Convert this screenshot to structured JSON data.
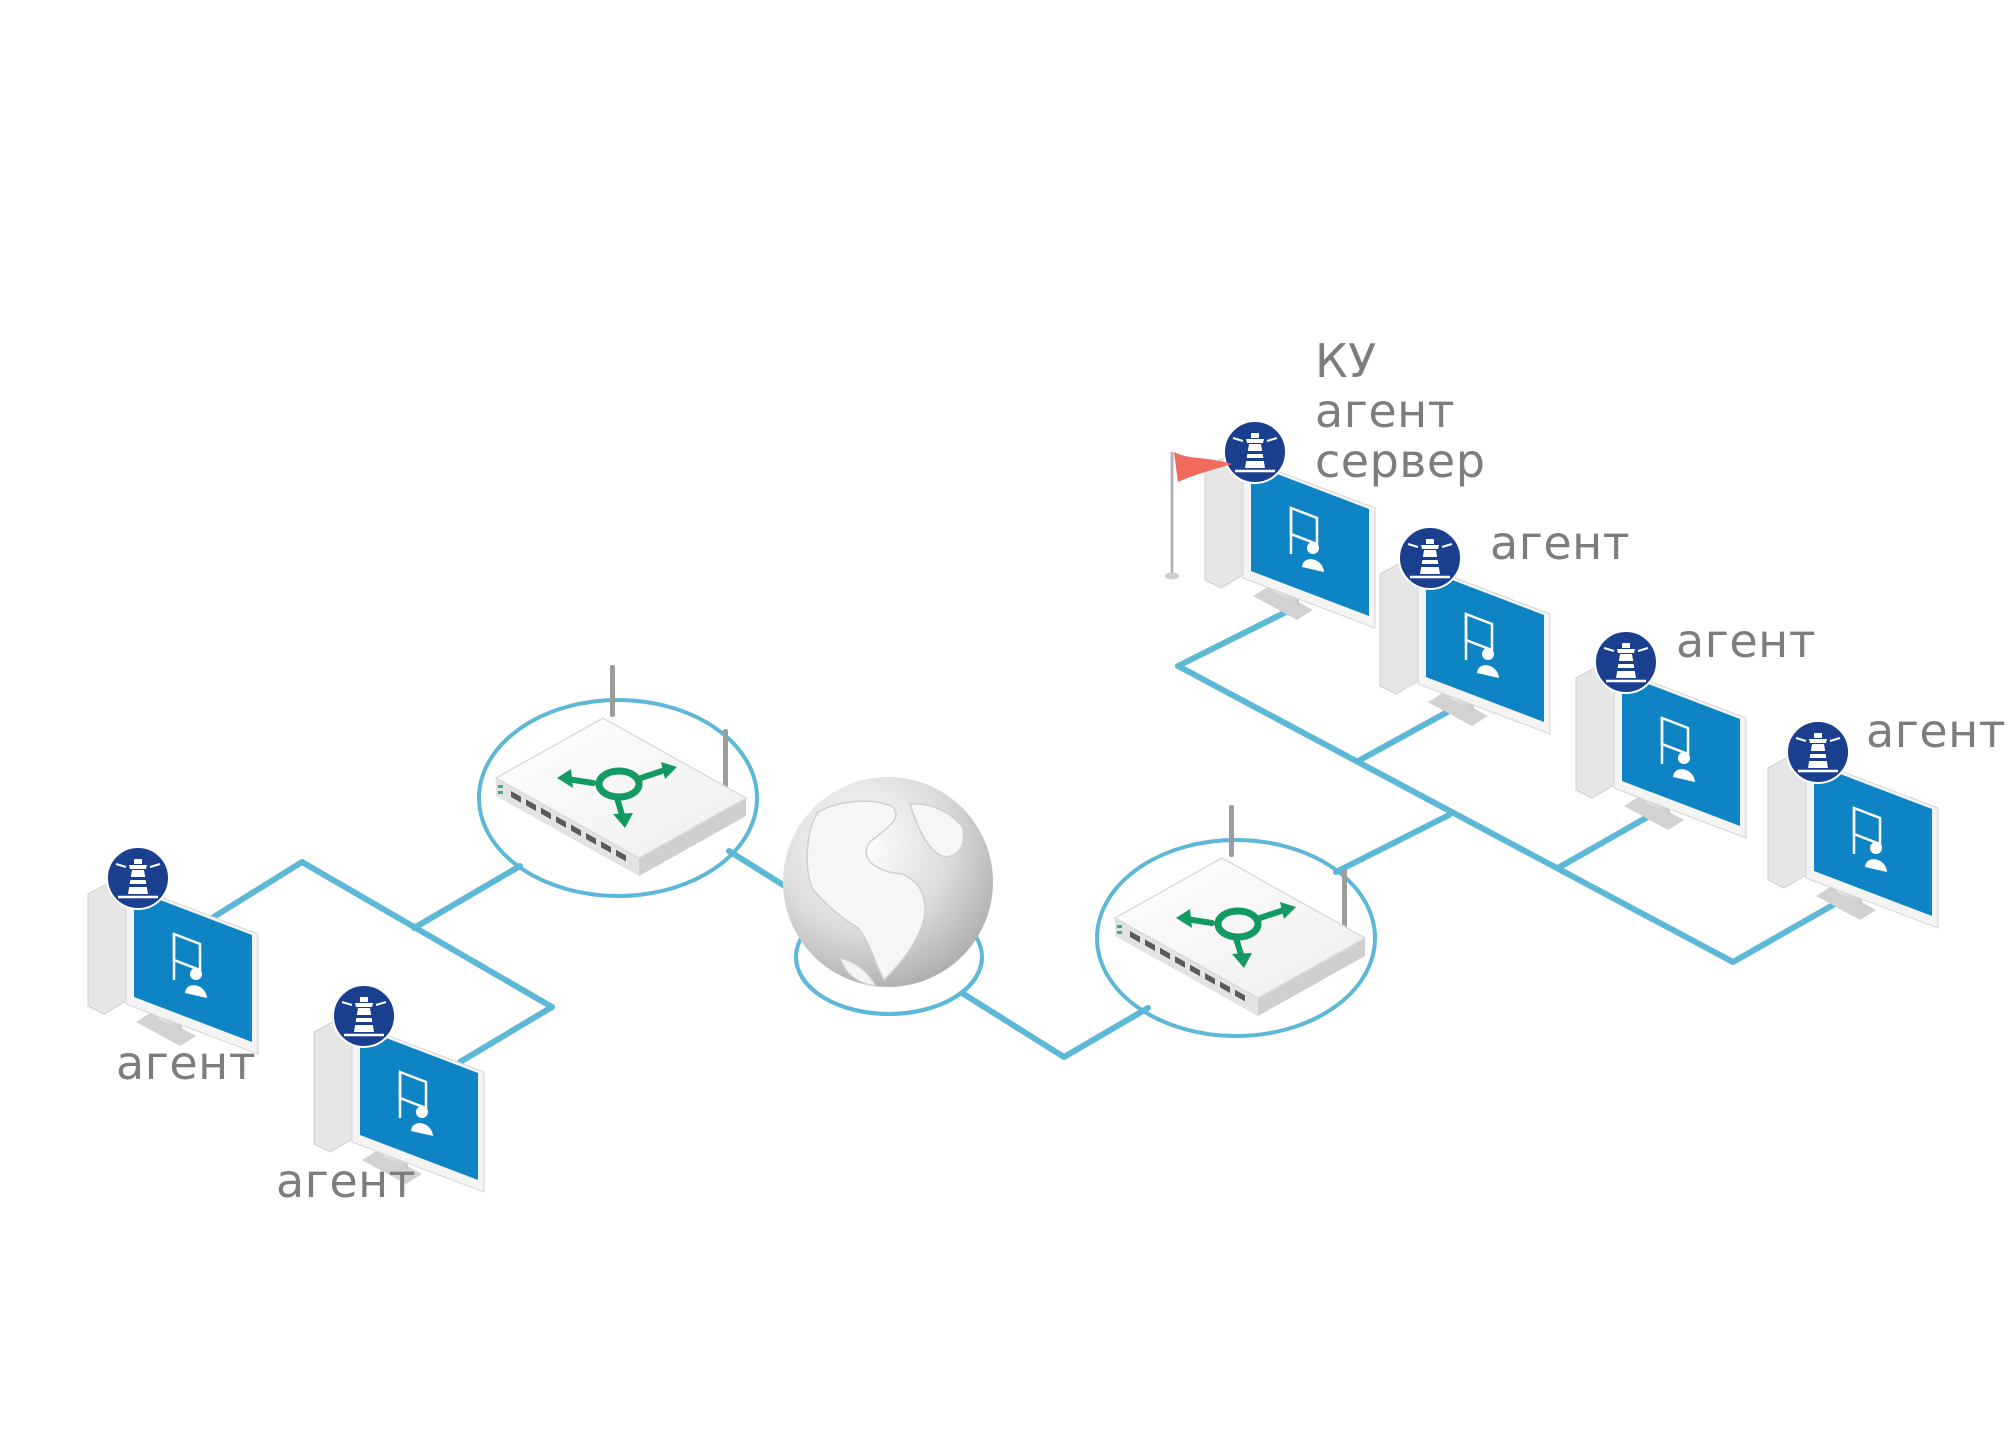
{
  "colors": {
    "link": "#5db7d6",
    "screen": "#0f84c4",
    "badge": "#1a3f8f",
    "router_arrows": "#139a62",
    "flag": "#f06a5e",
    "label_text": "#7d7d7d"
  },
  "icons": {
    "node_badge": "lighthouse-icon",
    "server_marker": "flag-icon",
    "router_symbol": "router-arrows-icon",
    "internet": "globe-icon",
    "screen_glyph": "document-user-icon"
  },
  "labels": {
    "left_pc_1": "агент",
    "left_pc_2": "агент",
    "server_lines": [
      "КУ",
      "агент",
      "сервер"
    ],
    "right_pc_1": "агент",
    "right_pc_2": "агент",
    "right_pc_3": "агент"
  }
}
